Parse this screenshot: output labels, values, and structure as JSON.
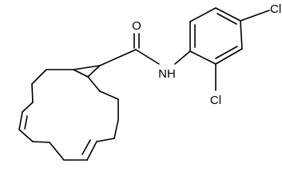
{
  "structure": {
    "atoms": {
      "oxygen": "O",
      "amide_nitrogen": "NH",
      "chlorine_para": "Cl",
      "chlorine_ortho": "Cl"
    }
  }
}
